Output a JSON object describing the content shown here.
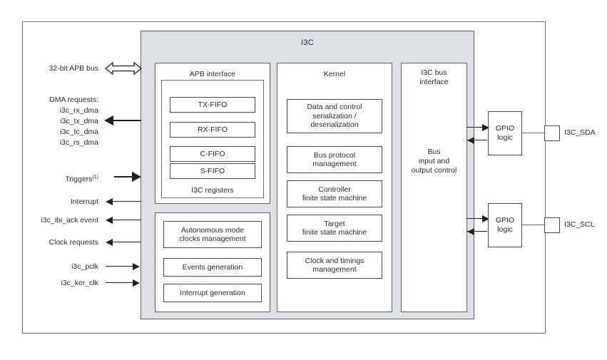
{
  "diagram": {
    "title": "I3C",
    "blocks": {
      "apb_interface": {
        "title": "APB interface",
        "registers_label": "I3C registers",
        "fifos": [
          "TX-FIFO",
          "RX-FIFO",
          "C-FIFO",
          "S-FIFO"
        ]
      },
      "autonomous": {
        "items": [
          "Autonomous mode\nclocks management",
          "Events generation",
          "Interrupt generation"
        ]
      },
      "kernel": {
        "title": "Kernel",
        "items": [
          "Data and control\nserialization /\ndeserialization",
          "Bus protocol\nmanagement",
          "Controller\nfinite state machine",
          "Target\nfinite state machine",
          "Clock and timings\nmanagement"
        ]
      },
      "bus_interface": {
        "title": "I3C bus\ninterface",
        "body": "Bus\ninput and\noutput control"
      }
    },
    "left_signals": [
      {
        "label": "32-bit APB bus",
        "direction": "bidirectional",
        "weight": "hollow"
      },
      {
        "label": "DMA requests:",
        "direction": "none",
        "weight": "none"
      },
      {
        "label": "i3c_rx_dma",
        "direction": "none",
        "weight": "none"
      },
      {
        "label": "i3c_tx_dma",
        "direction": "out",
        "weight": "bold"
      },
      {
        "label": "i3c_tc_dma",
        "direction": "none",
        "weight": "none"
      },
      {
        "label": "i3c_rs_dma",
        "direction": "none",
        "weight": "none"
      },
      {
        "label": "Triggers",
        "superscript": "(1)",
        "direction": "in",
        "weight": "bold"
      },
      {
        "label": "Interrupt",
        "direction": "out",
        "weight": "thin"
      },
      {
        "label": "i3c_ibi_ack event",
        "direction": "out",
        "weight": "thin"
      },
      {
        "label": "Clock requests",
        "direction": "out",
        "weight": "thin"
      },
      {
        "label": "i3c_pclk",
        "direction": "in",
        "weight": "thin"
      },
      {
        "label": "i3c_ker_clk",
        "direction": "in",
        "weight": "thin"
      }
    ],
    "gpio": [
      {
        "label": "GPIO\nlogic",
        "pin": "I3C_SDA"
      },
      {
        "label": "GPIO\nlogic",
        "pin": "I3C_SCL"
      }
    ],
    "colors": {
      "block_fill": "#dcdfe4",
      "panel_fill": "#ffffff",
      "outline": "#5f6368",
      "text": "#2a2a33",
      "wire": "#231f20"
    }
  }
}
